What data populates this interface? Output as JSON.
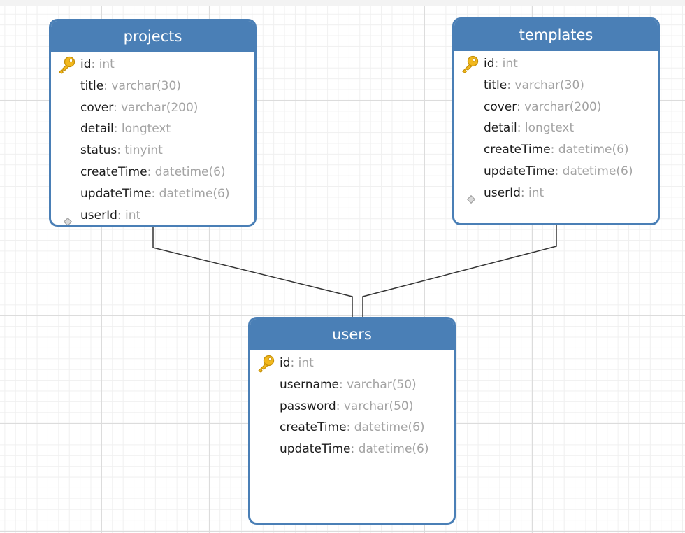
{
  "diagram": {
    "entities": [
      {
        "title": "projects",
        "fields": [
          {
            "name": "id",
            "sep": ": ",
            "type": "int",
            "icon": "primary-key-icon"
          },
          {
            "name": "title",
            "sep": ": ",
            "type": "varchar(30)",
            "icon": "none"
          },
          {
            "name": "cover",
            "sep": ": ",
            "type": "varchar(200)",
            "icon": "none"
          },
          {
            "name": "detail",
            "sep": ": ",
            "type": "longtext",
            "icon": "none"
          },
          {
            "name": "status",
            "sep": ": ",
            "type": "tinyint",
            "icon": "none"
          },
          {
            "name": "createTime",
            "sep": ": ",
            "type": "datetime(6)",
            "icon": "none"
          },
          {
            "name": "updateTime",
            "sep": ": ",
            "type": "datetime(6)",
            "icon": "none"
          },
          {
            "name": "userId",
            "sep": ": ",
            "type": "int",
            "icon": "foreign-key-icon"
          }
        ]
      },
      {
        "title": "templates",
        "fields": [
          {
            "name": "id",
            "sep": ": ",
            "type": "int",
            "icon": "primary-key-icon"
          },
          {
            "name": "title",
            "sep": ": ",
            "type": "varchar(30)",
            "icon": "none"
          },
          {
            "name": "cover",
            "sep": ": ",
            "type": "varchar(200)",
            "icon": "none"
          },
          {
            "name": "detail",
            "sep": ": ",
            "type": "longtext",
            "icon": "none"
          },
          {
            "name": "createTime",
            "sep": ": ",
            "type": "datetime(6)",
            "icon": "none"
          },
          {
            "name": "updateTime",
            "sep": ": ",
            "type": "datetime(6)",
            "icon": "none"
          },
          {
            "name": "userId",
            "sep": ": ",
            "type": "int",
            "icon": "foreign-key-icon"
          }
        ]
      },
      {
        "title": "users",
        "fields": [
          {
            "name": "id",
            "sep": ": ",
            "type": "int",
            "icon": "primary-key-icon"
          },
          {
            "name": "username",
            "sep": ": ",
            "type": "varchar(50)",
            "icon": "none"
          },
          {
            "name": "password",
            "sep": ": ",
            "type": "varchar(50)",
            "icon": "none"
          },
          {
            "name": "createTime",
            "sep": ": ",
            "type": "datetime(6)",
            "icon": "none"
          },
          {
            "name": "updateTime",
            "sep": ": ",
            "type": "datetime(6)",
            "icon": "none"
          }
        ]
      }
    ],
    "relationships": [
      {
        "from": "projects.userId",
        "to": "users.id"
      },
      {
        "from": "templates.userId",
        "to": "users.id"
      }
    ],
    "colors": {
      "header": "#4a7fb6",
      "field_name": "#1c1c1c",
      "field_type": "#a3a3a3",
      "key_icon": "#f2b81c",
      "connector": "#333333"
    }
  }
}
